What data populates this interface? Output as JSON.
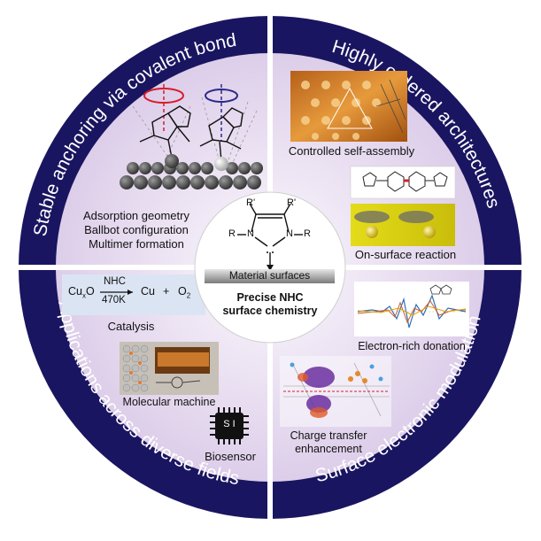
{
  "center": {
    "material_surfaces": "Material surfaces",
    "title_line1": "Precise NHC",
    "title_line2": "surface chemistry",
    "substituent_r": "R",
    "substituent_r_prime": "R'",
    "ring_n": "N"
  },
  "quadrants": {
    "top_left": {
      "ring_title": "Stable anchoring via covalent bond",
      "labels": [
        "Adsorption geometry",
        "Ballbot configuration",
        "Multimer formation"
      ]
    },
    "top_right": {
      "ring_title": "Highly ordered architectures",
      "labels": [
        "Controlled self-assembly",
        "On-surface reaction"
      ]
    },
    "bottom_left": {
      "ring_title": "Applications across diverse fields",
      "catalysis_reaction": {
        "reactant": "Cu",
        "reactant_sub": "x",
        "reactant_tail": "O",
        "reagent": "NHC",
        "condition": "470K",
        "product1": "Cu",
        "plus": "+",
        "product2": "O",
        "product2_sub": "2"
      },
      "labels": [
        "Catalysis",
        "Molecular machine",
        "Biosensor"
      ],
      "chip_text": "S I"
    },
    "bottom_right": {
      "ring_title": "Surface electronic modulation",
      "labels": [
        "Electron-rich donation",
        "Charge transfer",
        "enhancement"
      ]
    }
  },
  "colors": {
    "ring": "#1a1560",
    "quad_inner": "#ddd0ea",
    "quad_outer": "#f4eef8",
    "center_fill": "#ffffff"
  }
}
